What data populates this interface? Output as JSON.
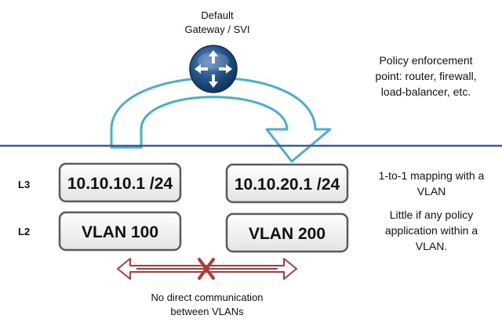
{
  "gateway": {
    "label_lines": [
      "Default",
      "Gateway / SVI"
    ],
    "icon": "router-icon"
  },
  "policy_note": {
    "lines": [
      "Policy enforcement",
      "point: router, firewall,",
      "load-balancer, etc."
    ]
  },
  "layers": {
    "l3": "L3",
    "l2": "L2"
  },
  "subnets": [
    {
      "label": "10.10.10.1 /24"
    },
    {
      "label": "10.10.20.1 /24"
    }
  ],
  "vlans": [
    {
      "label": "VLAN 100"
    },
    {
      "label": "VLAN 200"
    }
  ],
  "notes": {
    "mapping_lines": [
      "1-to-1 mapping with a",
      "VLAN"
    ],
    "policy_lines": [
      "Little if any policy",
      "application within a",
      "VLAN."
    ]
  },
  "no_comm": {
    "lines": [
      "No direct communication",
      "between VLANs"
    ]
  },
  "colors": {
    "divider": "#3b5f8a",
    "arrow_outline": "#4ab0c9",
    "router_fill": "#1f4e82",
    "blocked_arrow": "#b03a3a",
    "box_border": "#5a5a5a"
  }
}
